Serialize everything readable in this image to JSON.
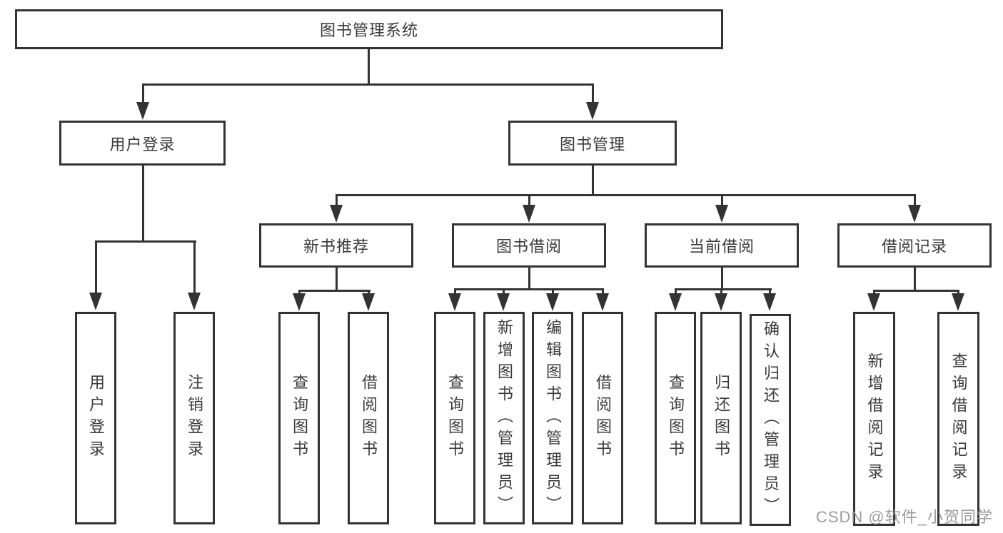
{
  "diagram": {
    "watermark": "CSDN @软件_小贺同学",
    "colors": {
      "line": "#333333",
      "box_border": "#333333",
      "text": "#3a3a3a",
      "watermark": "#919191",
      "background": "#ffffff"
    },
    "root": {
      "label": "图书管理系统"
    },
    "branches": [
      {
        "label": "用户登录",
        "children": [
          {
            "label": "用户登录"
          },
          {
            "label": "注销登录"
          }
        ]
      },
      {
        "label": "图书管理",
        "children": [
          {
            "label": "新书推荐",
            "children": [
              {
                "label": "查询图书"
              },
              {
                "label": "借阅图书"
              }
            ]
          },
          {
            "label": "图书借阅",
            "children": [
              {
                "label": "查询图书"
              },
              {
                "label": "新增图书（管理员）"
              },
              {
                "label": "编辑图书（管理员）"
              },
              {
                "label": "借阅图书"
              }
            ]
          },
          {
            "label": "当前借阅",
            "children": [
              {
                "label": "查询图书"
              },
              {
                "label": "归还图书"
              },
              {
                "label": "确认归还（管理员）"
              }
            ]
          },
          {
            "label": "借阅记录",
            "children": [
              {
                "label": "新增借阅记录"
              },
              {
                "label": "查询借阅记录"
              }
            ]
          }
        ]
      }
    ]
  }
}
